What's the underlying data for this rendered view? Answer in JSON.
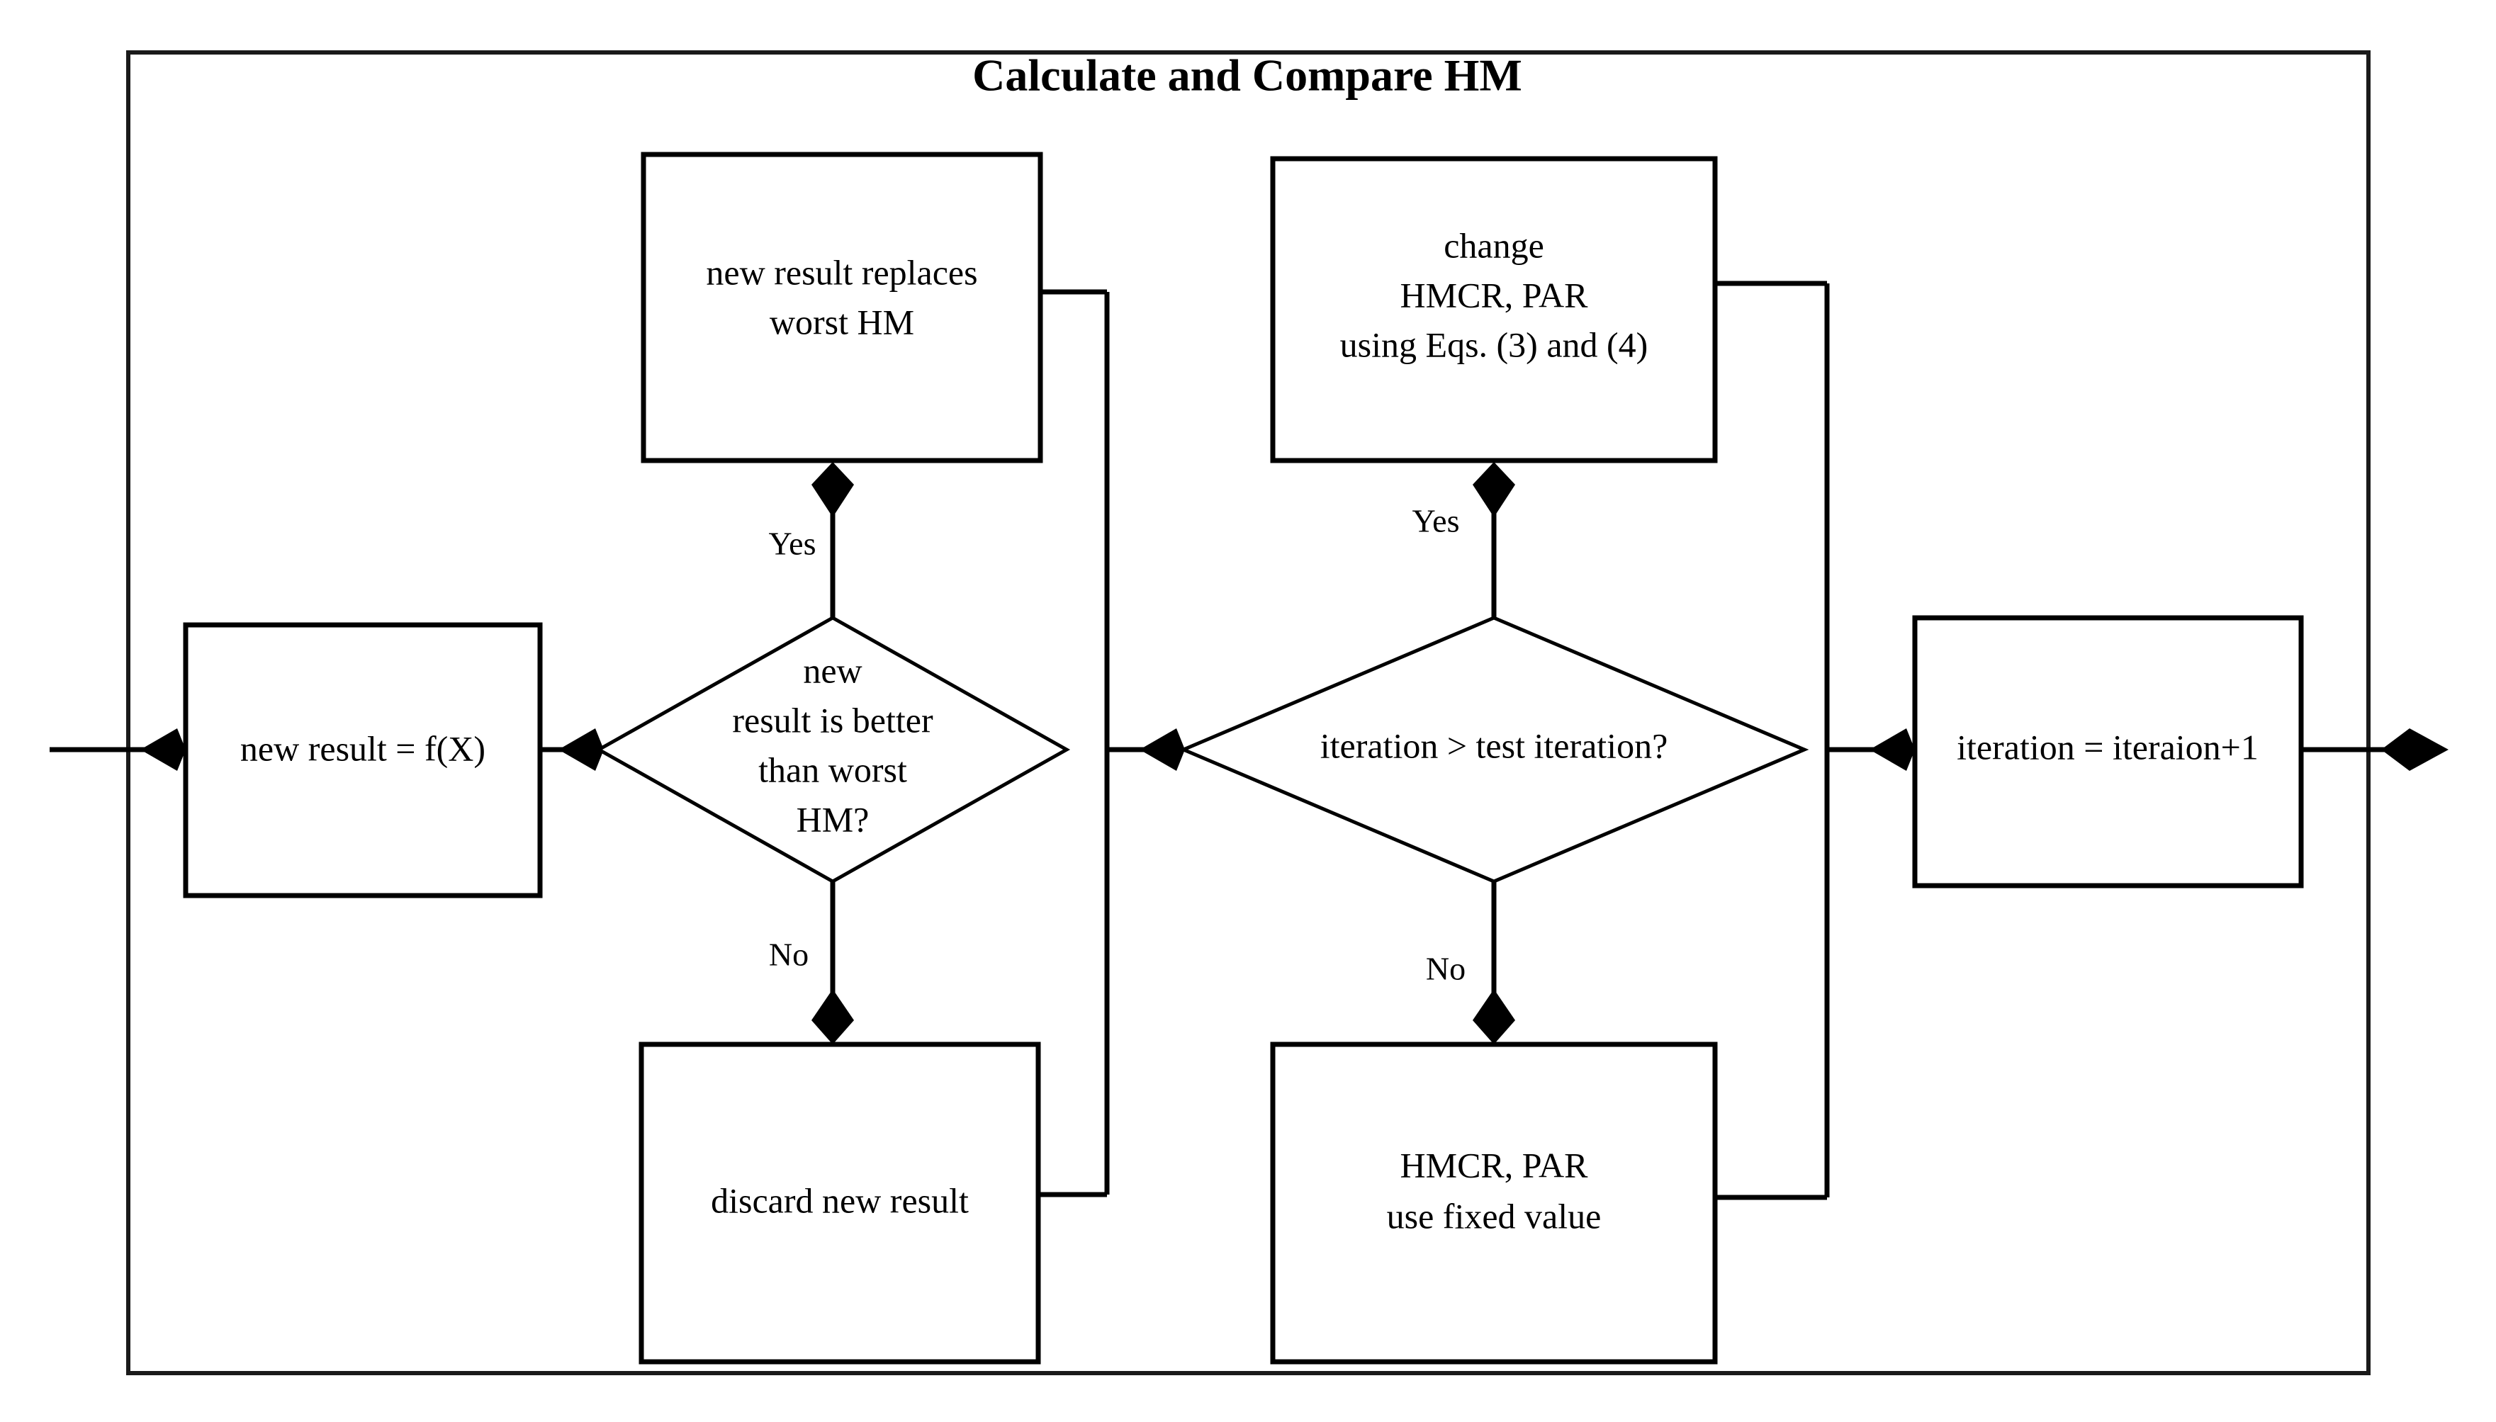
{
  "diagram": {
    "title": "Calculate and Compare HM",
    "type": "flowchart",
    "orientation": "left-to-right",
    "background_color": "#ffffff",
    "line_color": "#000000",
    "frame": {
      "label": "outer-container-border",
      "color": "#1a1a1a"
    }
  },
  "nodes": {
    "process_new_result": {
      "shape": "rectangle",
      "lines": [
        "new result = f(X)"
      ]
    },
    "decision_better": {
      "shape": "diamond",
      "lines": [
        "new",
        "result is better",
        "than worst",
        "HM?"
      ]
    },
    "process_replace": {
      "shape": "rectangle",
      "lines": [
        "new result replaces",
        "worst HM"
      ]
    },
    "process_discard": {
      "shape": "rectangle",
      "lines": [
        "discard new result"
      ]
    },
    "decision_iteration": {
      "shape": "diamond",
      "lines": [
        "iteration > test iteration?"
      ]
    },
    "process_change_params": {
      "shape": "rectangle",
      "lines": [
        "change",
        "HMCR, PAR",
        "using Eqs. (3) and (4)"
      ]
    },
    "process_fixed_params": {
      "shape": "rectangle",
      "lines": [
        "HMCR, PAR",
        "use fixed value"
      ]
    },
    "process_increment": {
      "shape": "rectangle",
      "lines": [
        "iteration = iteraion+1"
      ]
    }
  },
  "edge_labels": {
    "better_yes": "Yes",
    "better_no": "No",
    "iteration_yes": "Yes",
    "iteration_no": "No"
  }
}
